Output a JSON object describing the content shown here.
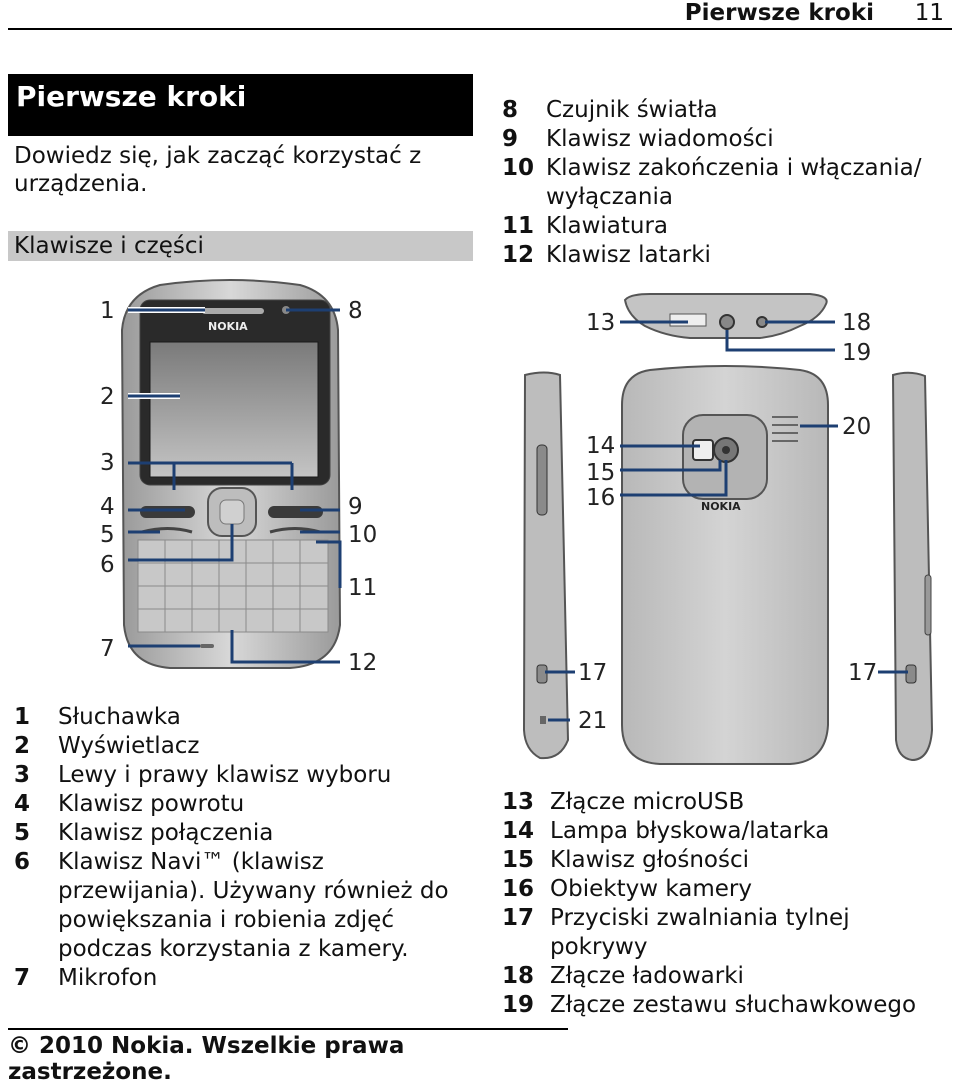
{
  "header": {
    "section": "Pierwsze kroki",
    "page_number": "11"
  },
  "chapter_title": "Pierwsze kroki",
  "intro": "Dowiedz się, jak zacząć korzystać z urządzenia.",
  "subheading": "Klawisze i części",
  "list_top_right": [
    {
      "n": "8",
      "label": "Czujnik światła"
    },
    {
      "n": "9",
      "label": "Klawisz wiadomości"
    },
    {
      "n": "10",
      "label": "Klawisz zakończenia i włączania/ wyłączania"
    },
    {
      "n": "11",
      "label": "Klawiatura"
    },
    {
      "n": "12",
      "label": "Klawisz latarki"
    }
  ],
  "list_left": [
    {
      "n": "1",
      "label": "Słuchawka"
    },
    {
      "n": "2",
      "label": "Wyświetlacz"
    },
    {
      "n": "3",
      "label": "Lewy i prawy klawisz wyboru"
    },
    {
      "n": "4",
      "label": "Klawisz powrotu"
    },
    {
      "n": "5",
      "label": "Klawisz połączenia"
    },
    {
      "n": "6",
      "label": "Klawisz Navi™ (klawisz przewijania). Używany również do powiększania i robienia zdjęć podczas korzystania z kamery."
    },
    {
      "n": "7",
      "label": "Mikrofon"
    }
  ],
  "list_bottom_right": [
    {
      "n": "13",
      "label": "Złącze microUSB"
    },
    {
      "n": "14",
      "label": "Lampa błyskowa/latarka"
    },
    {
      "n": "15",
      "label": "Klawisz głośności"
    },
    {
      "n": "16",
      "label": "Obiektyw kamery"
    },
    {
      "n": "17",
      "label": "Przyciski zwalniania tylnej pokrywy"
    },
    {
      "n": "18",
      "label": "Złącze ładowarki"
    },
    {
      "n": "19",
      "label": "Złącze zestawu słuchawkowego"
    }
  ],
  "diagram": {
    "brand_front": "NOKIA",
    "brand_back": "NOKIA",
    "callouts": [
      "1",
      "2",
      "3",
      "4",
      "5",
      "6",
      "7",
      "8",
      "9",
      "10",
      "11",
      "12",
      "13",
      "14",
      "15",
      "16",
      "17",
      "17",
      "18",
      "19",
      "20",
      "21"
    ]
  },
  "footer": "© 2010 Nokia. Wszelkie prawa zastrzeżone."
}
